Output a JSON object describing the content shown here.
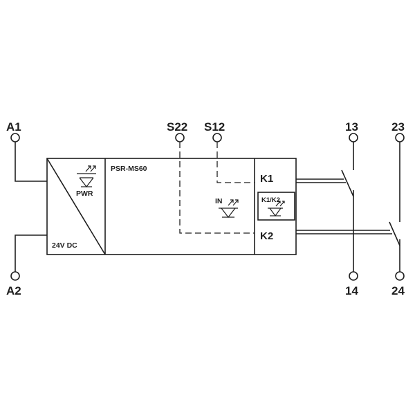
{
  "diagram": {
    "terminals": {
      "a1": "A1",
      "a2": "A2",
      "s22": "S22",
      "s12": "S12",
      "t13": "13",
      "t14": "14",
      "t23": "23",
      "t24": "24"
    },
    "power_block": {
      "led_label": "PWR",
      "voltage_label": "24V DC"
    },
    "logic_block": {
      "model_label": "PSR-MS60",
      "input_led_label": "IN"
    },
    "relay_block": {
      "k1_label": "K1",
      "k2_label": "K2",
      "led_label": "K1/K2"
    }
  }
}
